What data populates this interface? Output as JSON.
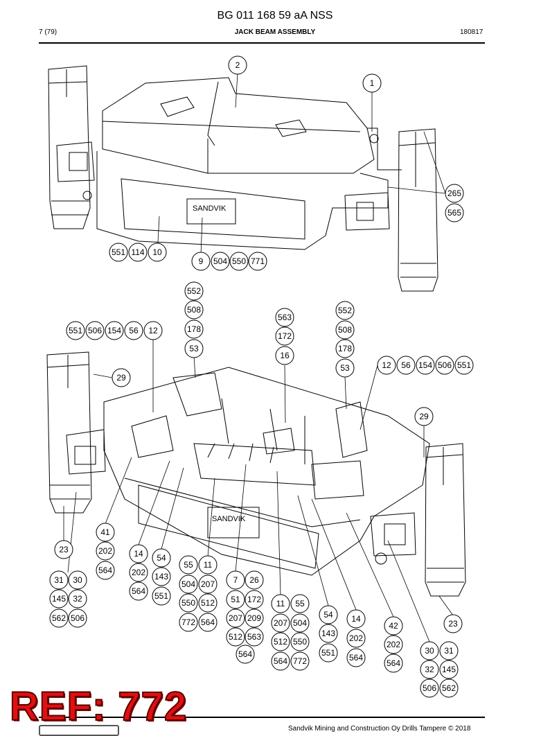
{
  "header": {
    "doc_number": "BG 011 168 59 aA NSS",
    "page": "7 (79)",
    "title": "JACK BEAM ASSEMBLY",
    "date": "180817"
  },
  "footer": {
    "copyright": "Sandvik Mining and Construction Oy Drills Tampere © 2018"
  },
  "stamp": {
    "text": "REF: 772",
    "color": "#e01010"
  },
  "top_view_callouts": [
    "2",
    "1",
    "265",
    "565",
    "551",
    "114",
    "10",
    "9",
    "504",
    "550",
    "771"
  ],
  "bottom_view_callouts": [
    "552",
    "508",
    "178",
    "53",
    "563",
    "172",
    "16",
    "552",
    "508",
    "178",
    "53",
    "551",
    "506",
    "154",
    "56",
    "12",
    "12",
    "56",
    "154",
    "506",
    "551",
    "29",
    "29",
    "41",
    "202",
    "564",
    "23",
    "14",
    "202",
    "564",
    "54",
    "143",
    "551",
    "55",
    "11",
    "504",
    "207",
    "550",
    "512",
    "772",
    "564",
    "7",
    "26",
    "51",
    "172",
    "207",
    "209",
    "512",
    "563",
    "564",
    "11",
    "55",
    "207",
    "504",
    "512",
    "550",
    "564",
    "772",
    "54",
    "143",
    "551",
    "14",
    "202",
    "564",
    "42",
    "202",
    "564",
    "23",
    "31",
    "30",
    "145",
    "32",
    "562",
    "506",
    "30",
    "31",
    "32",
    "145",
    "506",
    "562"
  ],
  "logo_text": "SANDVIK"
}
